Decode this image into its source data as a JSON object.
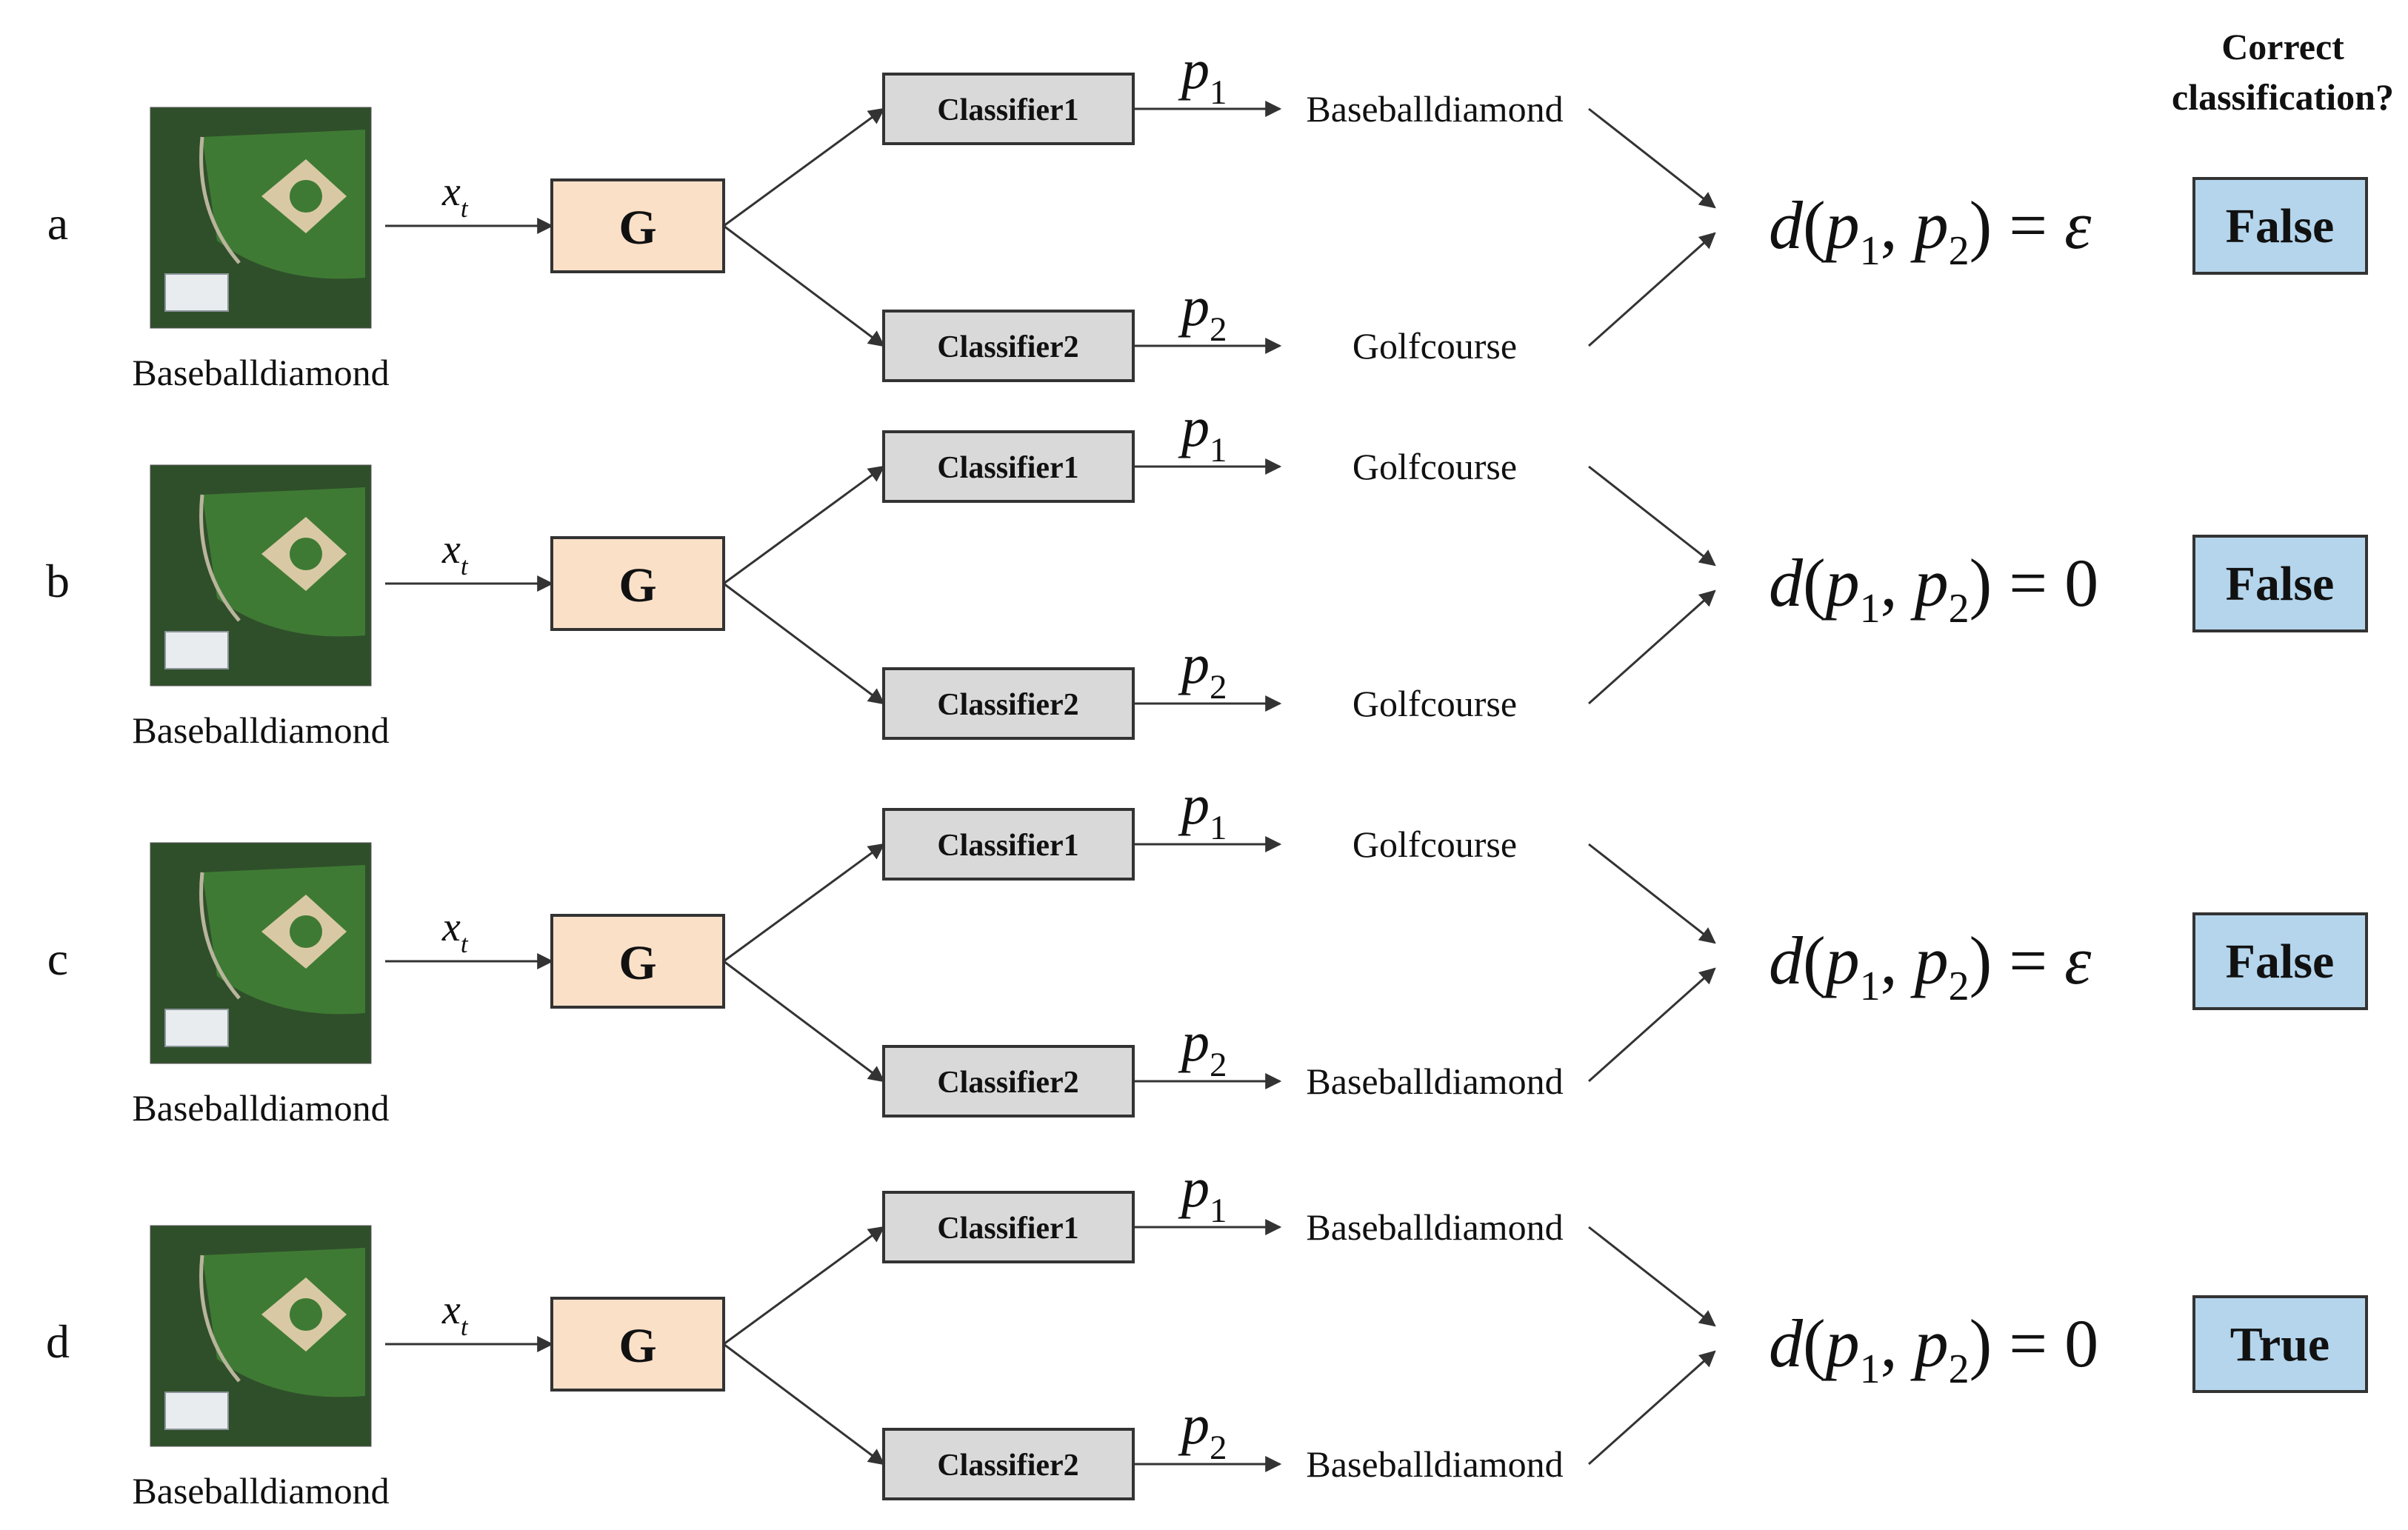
{
  "header": {
    "line1": "Correct",
    "line2": "classification?"
  },
  "rows": [
    {
      "letter": "a",
      "image_label": "Baseballdiamond",
      "input_var": "x",
      "input_sub": "t",
      "generator": "G",
      "classifier1": "Classifier1",
      "classifier2": "Classifier2",
      "p1_letter": "p",
      "p1_sub": "1",
      "p2_letter": "p",
      "p2_sub": "2",
      "pred1": "Baseballdiamond",
      "pred2": "Golfcourse",
      "distance_value": "ε",
      "result": "False"
    },
    {
      "letter": "b",
      "image_label": "Baseballdiamond",
      "input_var": "x",
      "input_sub": "t",
      "generator": "G",
      "classifier1": "Classifier1",
      "classifier2": "Classifier2",
      "p1_letter": "p",
      "p1_sub": "1",
      "p2_letter": "p",
      "p2_sub": "2",
      "pred1": "Golfcourse",
      "pred2": "Golfcourse",
      "distance_value": "0",
      "result": "False"
    },
    {
      "letter": "c",
      "image_label": "Baseballdiamond",
      "input_var": "x",
      "input_sub": "t",
      "generator": "G",
      "classifier1": "Classifier1",
      "classifier2": "Classifier2",
      "p1_letter": "p",
      "p1_sub": "1",
      "p2_letter": "p",
      "p2_sub": "2",
      "pred1": "Golfcourse",
      "pred2": "Baseballdiamond",
      "distance_value": "ε",
      "result": "False"
    },
    {
      "letter": "d",
      "image_label": "Baseballdiamond",
      "input_var": "x",
      "input_sub": "t",
      "generator": "G",
      "classifier1": "Classifier1",
      "classifier2": "Classifier2",
      "p1_letter": "p",
      "p1_sub": "1",
      "p2_letter": "p",
      "p2_sub": "2",
      "pred1": "Baseballdiamond",
      "pred2": "Baseballdiamond",
      "distance_value": "0",
      "result": "True"
    }
  ],
  "formula": {
    "d": "d",
    "open": "(",
    "comma": ",",
    "close": ")",
    "equals": "=",
    "p": "p",
    "sub1": "1",
    "sub2": "2"
  },
  "colors": {
    "generator_fill": "#fbe0c8",
    "classifier_fill": "#d9d9d9",
    "result_fill": "#b4d5ec",
    "stroke": "#333333",
    "field_grass": "#3f7a34",
    "field_dirt": "#d8c9a4",
    "tree_dark": "#2f4f2a"
  },
  "icons": {
    "thumbnail": "baseball-field-aerial-photo",
    "arrow": "arrow-right"
  }
}
